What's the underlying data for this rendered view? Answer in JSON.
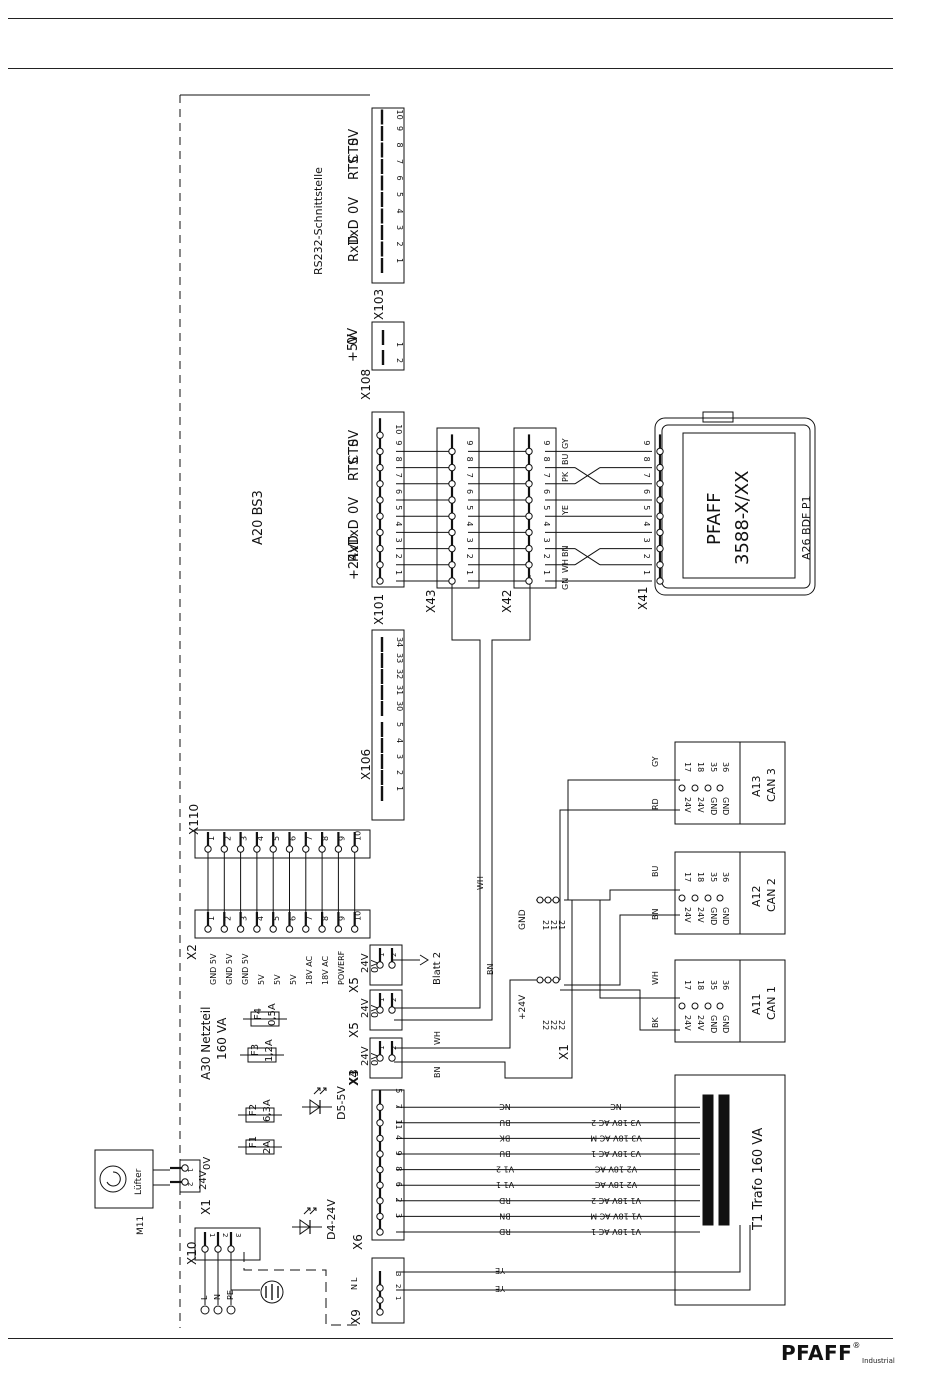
{
  "footer": {
    "brand": "PFAFF",
    "registered_mark": "®",
    "subtitle": "Industrial"
  },
  "modules": {
    "a20": "A20  BS3",
    "a30_line1": "A30  Netzteil",
    "a30_line2": "160 VA",
    "a26": "A26  BDF P1",
    "pfaff_line1": "PFAFF",
    "pfaff_line2": "3588-X/XX",
    "a13_line1": "A13",
    "a13_line2": "CAN 3",
    "a12_line1": "A12",
    "a12_line2": "CAN 2",
    "a11_line1": "A11",
    "a11_line2": "CAN 1",
    "t1": "T1  Trafo 160 VA",
    "m11": "M11",
    "fan": "Lüfter",
    "rs232": "RS232-Schnittstelle",
    "blatt": "Blatt 2"
  },
  "connectors": {
    "x103": "X103",
    "x108": "X108",
    "x101": "X101",
    "x43": "X43",
    "x42": "X42",
    "x41": "X41",
    "x106": "X106",
    "x110": "X110",
    "x2": "X2",
    "x5": "X5",
    "x4": "X4",
    "x3": "X3",
    "x1": "X1",
    "x1b": "X1",
    "x6": "X6",
    "x9": "X9",
    "x10": "X10"
  },
  "fuses": {
    "f1": "F1",
    "f1v": "2A",
    "f2": "F2",
    "f2v": "6,3A",
    "f3": "F3",
    "f3v": "1,2A",
    "f4": "F4",
    "f4v": "0,5A"
  },
  "diodes": {
    "d4": "D4-24V",
    "d5": "D5-5V"
  },
  "signals": {
    "rs232": [
      "RxD",
      "TxD",
      "0V",
      "RTS",
      "CTS",
      "0V"
    ],
    "x108": [
      "+5V",
      "0V"
    ],
    "x101": [
      "+24V",
      "RxD",
      "TxD",
      "0V",
      "RTS",
      "CTS",
      "0V"
    ],
    "x2": [
      "GND 5V",
      "GND 5V",
      "GND 5V",
      "5V",
      "5V",
      "5V",
      "18V AC",
      "18V AC",
      "POWERF"
    ],
    "x5": [
      "24V",
      "0V"
    ],
    "x4": [
      "24V",
      "0V"
    ],
    "x3": [
      "24V",
      "0V"
    ],
    "x1fan": [
      "24V",
      "0V"
    ],
    "x10": [
      "L",
      "N",
      "PE"
    ],
    "x9": [
      "1",
      "2",
      "3"
    ],
    "can": [
      "24V",
      "24V",
      "GND",
      "GND"
    ]
  },
  "pins": {
    "p1_10": [
      "1",
      "2",
      "3",
      "4",
      "5",
      "6",
      "7",
      "8",
      "9",
      "10"
    ],
    "p1_9": [
      "1",
      "2",
      "3",
      "4",
      "5",
      "6",
      "7",
      "8",
      "9"
    ],
    "p1_5": [
      "1",
      "2",
      "3",
      "4",
      "5"
    ],
    "p1_2": [
      "1",
      "2"
    ],
    "p1_3": [
      "1",
      "2",
      "3"
    ],
    "x106_high": [
      "30",
      "31",
      "32",
      "33",
      "34"
    ],
    "x41": [
      "1",
      "2",
      "3",
      "4",
      "5",
      "6",
      "7",
      "8",
      "9"
    ],
    "x6": [
      "3",
      "2",
      "6",
      "8",
      "9",
      "4",
      "11",
      "7",
      "5"
    ],
    "can": [
      "17",
      "18",
      "35",
      "36"
    ],
    "x1_24v": [
      "22",
      "22",
      "22"
    ],
    "x1_gnd": [
      "21",
      "21",
      "21"
    ]
  },
  "bus": {
    "x1_24v": "+24V",
    "x1_gnd": "GND"
  },
  "wires": {
    "x42_left": [
      "GN",
      "WH",
      "BN",
      "YE",
      "PK",
      "BU",
      "GY"
    ],
    "x5": "WH",
    "x3": "BN",
    "x4": "WH",
    "x4b": "BN",
    "can3": [
      "RD",
      "GY"
    ],
    "can2": [
      "BN",
      "BU"
    ],
    "can1": [
      "BK",
      "WH"
    ],
    "x9": [
      "YE",
      "YE"
    ]
  },
  "x6_wires": [
    {
      "color": "RD",
      "trafo": "V1 18V AC 1"
    },
    {
      "color": "BN",
      "trafo": "V1 18V AC M"
    },
    {
      "color": "RD",
      "trafo": "V1 18V AC 2"
    },
    {
      "color": "V1 1",
      "trafo": "V2 18V AC"
    },
    {
      "color": "V1 2",
      "trafo": "V2 18V AC"
    },
    {
      "color": "BU",
      "trafo": "V3 18V AC 1"
    },
    {
      "color": "BK",
      "trafo": "V3 18V AC M"
    },
    {
      "color": "BU",
      "trafo": "V3 18V AC 2"
    },
    {
      "color": "NC",
      "trafo": "NC"
    }
  ]
}
